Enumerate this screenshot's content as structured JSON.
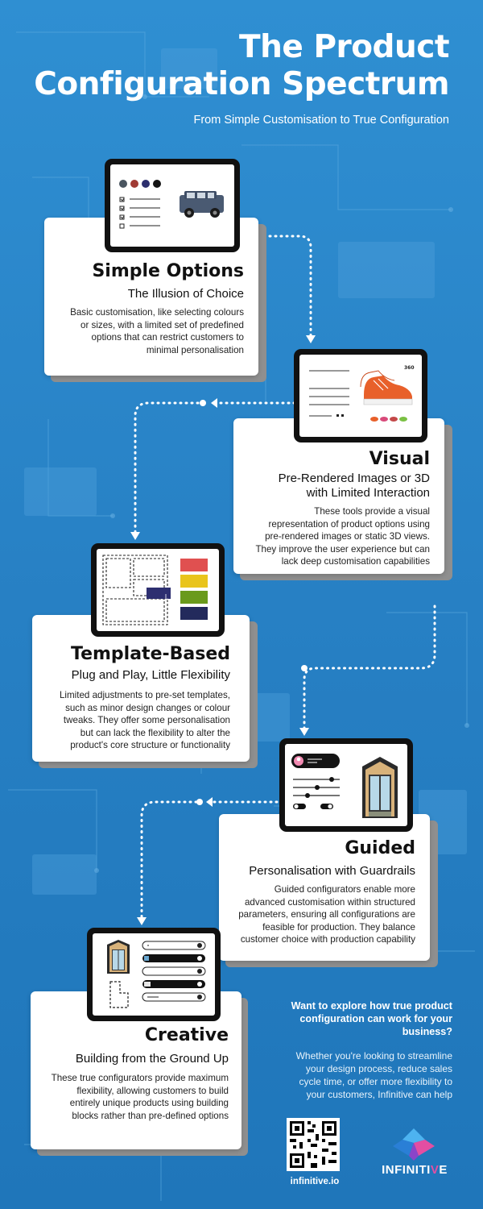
{
  "header": {
    "title_line1": "The Product",
    "title_line2": "Configuration Spectrum",
    "subtitle": "From Simple Customisation to True Configuration"
  },
  "steps": [
    {
      "title": "Simple Options",
      "subtitle": "The Illusion of Choice",
      "desc": [
        "Basic customisation, like selecting colours",
        "or sizes, with a limited set of predefined",
        "options that can restrict customers to",
        "minimal personalisation"
      ],
      "swatches": [
        "#4a5560",
        "#a03a34",
        "#2c2f6e",
        "#141414"
      ],
      "icon": "jeep-icon"
    },
    {
      "title": "Visual",
      "subtitle_lines": [
        "Pre-Rendered Images or 3D",
        "with Limited Interaction"
      ],
      "desc": [
        "These tools provide a visual",
        "representation of product options using",
        "pre-rendered images or static 3D views.",
        "They improve the user experience but can",
        "lack deep customisation capabilities"
      ],
      "badge": "360",
      "icon": "sneaker-icon"
    },
    {
      "title": "Template-Based",
      "subtitle": "Plug and Play, Little Flexibility",
      "desc": [
        "Limited adjustments to pre-set templates,",
        "such as minor design changes or colour",
        "tweaks. They offer some personalisation",
        "but can lack the flexibility to alter the",
        "product's core structure or functionality"
      ],
      "swatches": [
        "#e05050",
        "#e9c41c",
        "#6a9a1c",
        "#232a5c"
      ]
    },
    {
      "title": "Guided",
      "subtitle": "Personalisation with Guardrails",
      "desc": [
        "Guided configurators enable more",
        "advanced customisation within structured",
        "parameters, ensuring all configurations are",
        "feasible for production. They balance",
        "customer choice with production capability"
      ],
      "icon": "cabin-icon"
    },
    {
      "title": "Creative",
      "subtitle": "Building from the Ground Up",
      "desc": [
        "These true configurators provide maximum",
        "flexibility, allowing customers to build",
        "entirely unique products using building",
        "blocks rather than pre-defined options"
      ],
      "icon": "cabin-icon"
    }
  ],
  "cta": {
    "question": [
      "Want to explore how true product",
      "configuration can work for your",
      "business?"
    ],
    "body": [
      "Whether you're looking to streamline",
      "your design process, reduce sales",
      "cycle time, or offer more flexibility to",
      "your customers, Infinitive can help"
    ]
  },
  "footer": {
    "site": "infinitive.io",
    "brand_a": "INFINITI",
    "brand_v": "V",
    "brand_b": "E"
  },
  "colors": {
    "background": "#2a86c8",
    "card": "#ffffff",
    "shadow": "#8f8f8f",
    "logo_pink": "#e34ea2",
    "logo_blue": "#3aa0e8"
  }
}
